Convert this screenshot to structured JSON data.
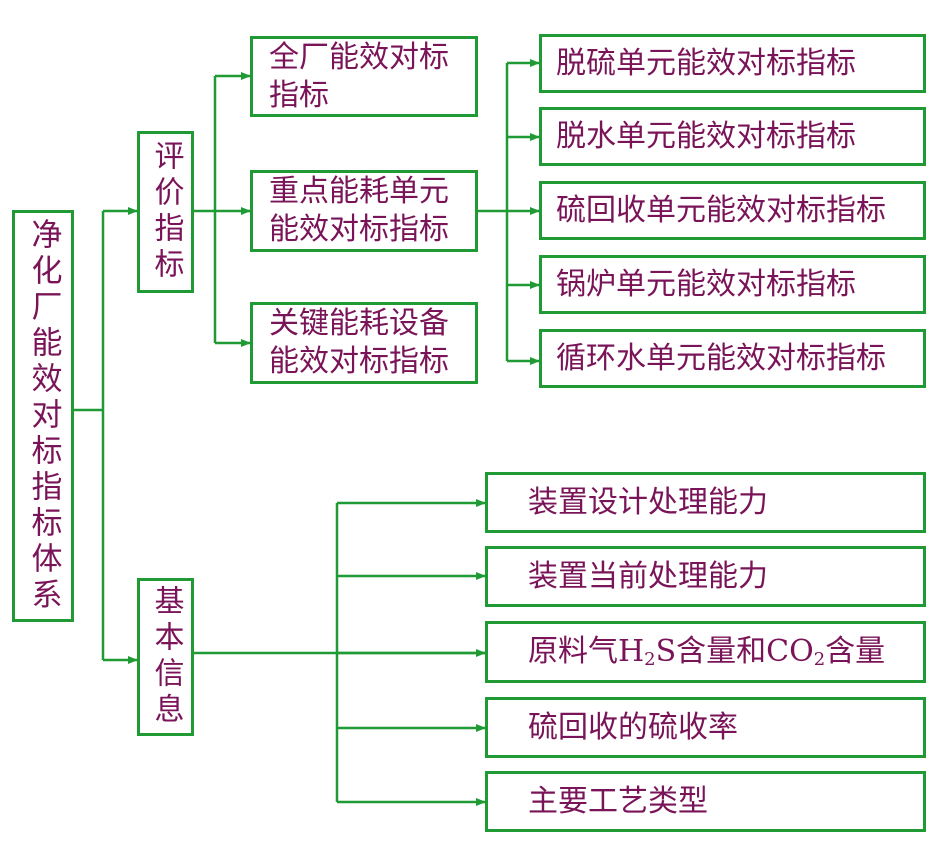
{
  "colors": {
    "line": "#1f9a35",
    "box_border": "#1f9a35",
    "text": "#7a1458"
  },
  "root": {
    "label": "净化厂能效对标指标体系"
  },
  "evaluation": {
    "label": "评价指标",
    "items": [
      {
        "label": "全厂能效对标\n指标"
      },
      {
        "label": "重点能耗单元\n能效对标指标"
      },
      {
        "label": "关键能耗设备\n能效对标指标"
      }
    ],
    "units": [
      {
        "label": "脱硫单元能效对标指标"
      },
      {
        "label": "脱水单元能效对标指标"
      },
      {
        "label": "硫回收单元能效对标指标"
      },
      {
        "label": "锅炉单元能效对标指标"
      },
      {
        "label": "循环水单元能效对标指标"
      }
    ]
  },
  "basic_info": {
    "label": "基本信息",
    "items": [
      {
        "label": "装置设计处理能力"
      },
      {
        "label": "装置当前处理能力"
      },
      {
        "label_parts": [
          "原料气H",
          "2",
          "S含量和CO",
          "2",
          "含量"
        ]
      },
      {
        "label": "硫回收的硫收率"
      },
      {
        "label": "主要工艺类型"
      }
    ]
  }
}
